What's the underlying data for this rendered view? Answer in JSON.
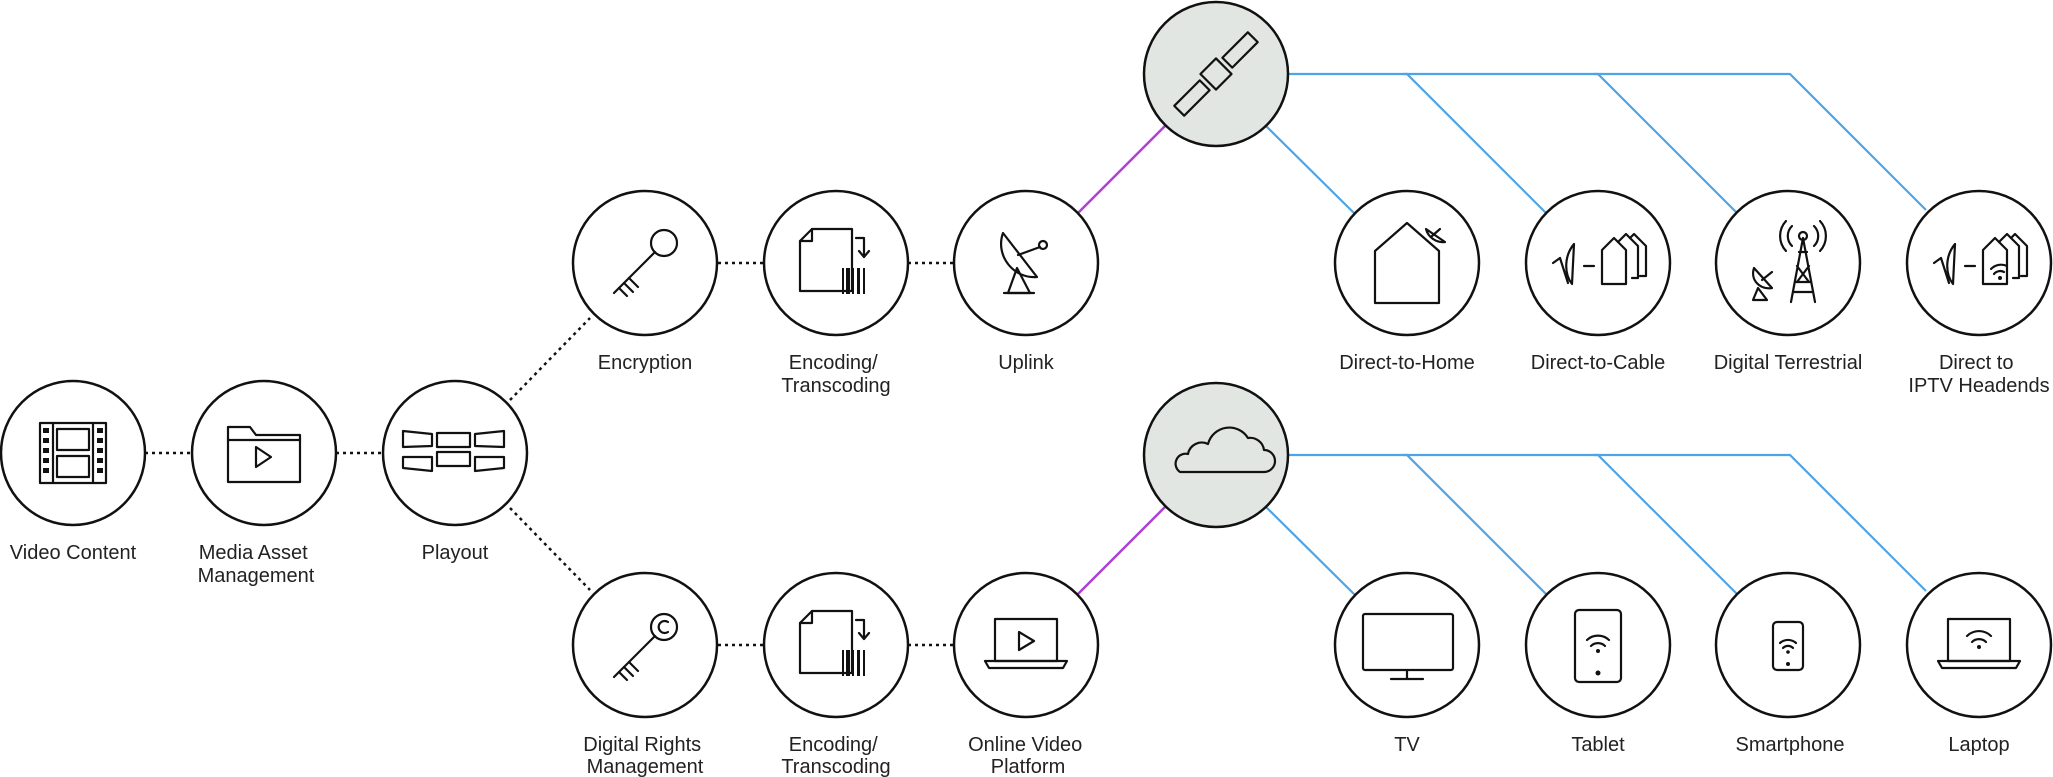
{
  "colors": {
    "dotted_link": "#111111",
    "purple_link": "#b03fd6",
    "blue_link": "#4ea4e6",
    "hub_fill": "#e1e6e3",
    "node_fill": "#ffffff"
  },
  "nodes": {
    "video_content": {
      "icon": "film-strip-icon",
      "label": [
        "Video Content"
      ]
    },
    "media_asset": {
      "icon": "folder-play-icon",
      "label": [
        "Media Asset",
        "Management"
      ]
    },
    "playout": {
      "icon": "video-wall-icon",
      "label": [
        "Playout"
      ]
    },
    "encryption": {
      "icon": "key-icon",
      "label": [
        "Encryption"
      ]
    },
    "encoding_top": {
      "icon": "file-encode-icon",
      "label": [
        "Encoding/",
        "Transcoding"
      ]
    },
    "uplink": {
      "icon": "satellite-dish-icon",
      "label": [
        "Uplink"
      ]
    },
    "drm": {
      "icon": "copyright-key-icon",
      "label": [
        "Digital Rights",
        "Management"
      ]
    },
    "encoding_bottom": {
      "icon": "file-encode-icon",
      "label": [
        "Encoding/",
        "Transcoding"
      ]
    },
    "ovp": {
      "icon": "laptop-play-icon",
      "label": [
        "Online Video",
        "Platform"
      ]
    },
    "satellite": {
      "icon": "satellite-icon",
      "label": []
    },
    "cloud": {
      "icon": "cloud-icon",
      "label": []
    },
    "dth": {
      "icon": "house-dish-icon",
      "label": [
        "Direct-to-Home"
      ]
    },
    "dtc": {
      "icon": "dish-buildings-icon",
      "label": [
        "Direct-to-Cable"
      ]
    },
    "terrestrial": {
      "icon": "broadcast-tower-icon",
      "label": [
        "Digital Terrestrial"
      ]
    },
    "iptv": {
      "icon": "dish-iptv-icon",
      "label": [
        "Direct to",
        "IPTV Headends"
      ]
    },
    "tv": {
      "icon": "tv-icon",
      "label": [
        "TV"
      ]
    },
    "tablet": {
      "icon": "tablet-icon",
      "label": [
        "Tablet"
      ]
    },
    "smartphone": {
      "icon": "smartphone-icon",
      "label": [
        "Smartphone"
      ]
    },
    "laptop": {
      "icon": "laptop-wifi-icon",
      "label": [
        "Laptop"
      ]
    }
  }
}
